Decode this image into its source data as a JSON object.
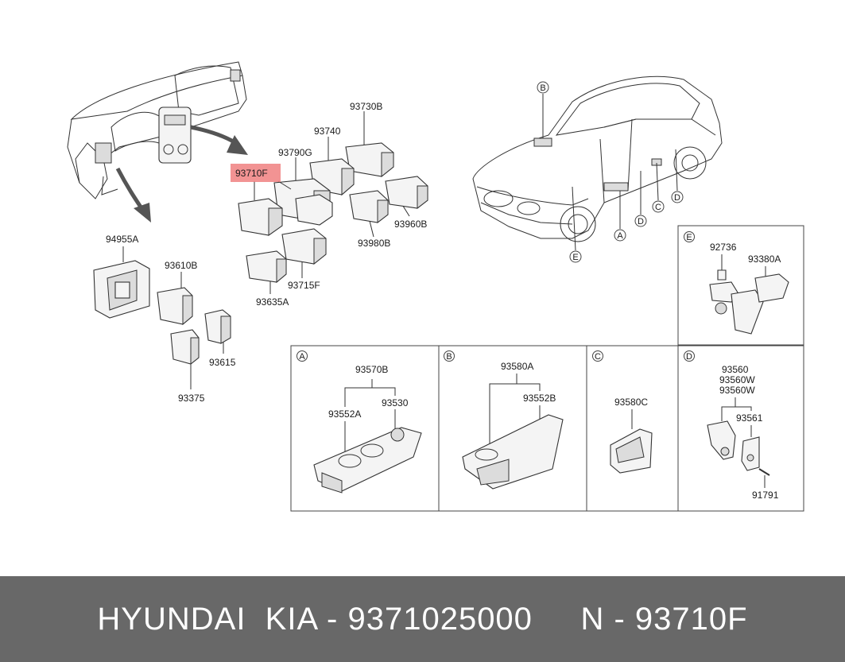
{
  "diagram": {
    "highlight_color": "#f08080",
    "highlighted_part": "93710F",
    "dash_parts": [
      "93730B",
      "93740",
      "93790G",
      "93710F",
      "93960B",
      "93980B",
      "93715F",
      "93635A"
    ],
    "lower_left_parts": [
      "94955A",
      "93610B",
      "93615",
      "93375"
    ],
    "car_callouts": [
      "A",
      "B",
      "C",
      "D",
      "D",
      "E"
    ],
    "panel_E": {
      "letter": "E",
      "parts": [
        "92736",
        "93380A"
      ]
    },
    "panel_A": {
      "letter": "A",
      "parts": [
        "93570B",
        "93552A",
        "93530"
      ]
    },
    "panel_B": {
      "letter": "B",
      "parts": [
        "93580A",
        "93552B"
      ]
    },
    "panel_C": {
      "letter": "C",
      "parts": [
        "93580C"
      ]
    },
    "panel_D": {
      "letter": "D",
      "parts": [
        "93560",
        "93560W",
        "93560W",
        "93561",
        "91791"
      ]
    }
  },
  "footer": {
    "text": "HYUNDAI  KIA - 9371025000     N - 93710F",
    "background": "#686868"
  }
}
